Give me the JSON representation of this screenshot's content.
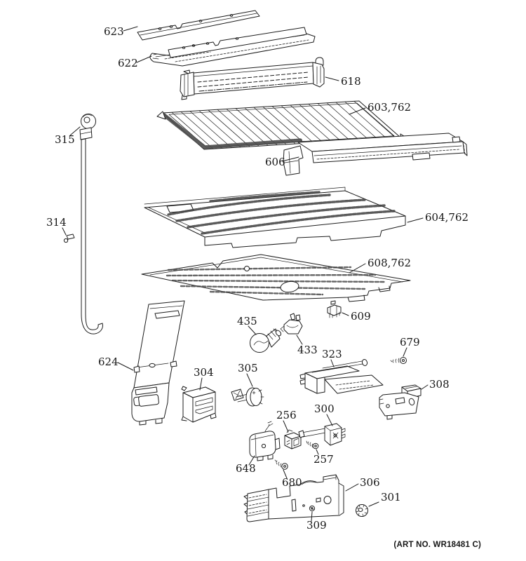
{
  "figure": {
    "art_no": "(ART NO. WR18481 C)",
    "ink_color": "#1c1c1c",
    "background_color": "#ffffff",
    "parts": {
      "p623": "623",
      "p622": "622",
      "p618": "618",
      "p603": "603,762",
      "p606": "606",
      "p604": "604,762",
      "p608": "608,762",
      "p315": "315",
      "p314": "314",
      "p624": "624",
      "p435": "435",
      "p433": "433",
      "p609": "609",
      "p304": "304",
      "p305": "305",
      "p323": "323",
      "p679": "679",
      "p308": "308",
      "p256": "256",
      "p300": "300",
      "p648": "648",
      "p257": "257",
      "p680": "680",
      "p306": "306",
      "p309": "309",
      "p301": "301"
    }
  }
}
